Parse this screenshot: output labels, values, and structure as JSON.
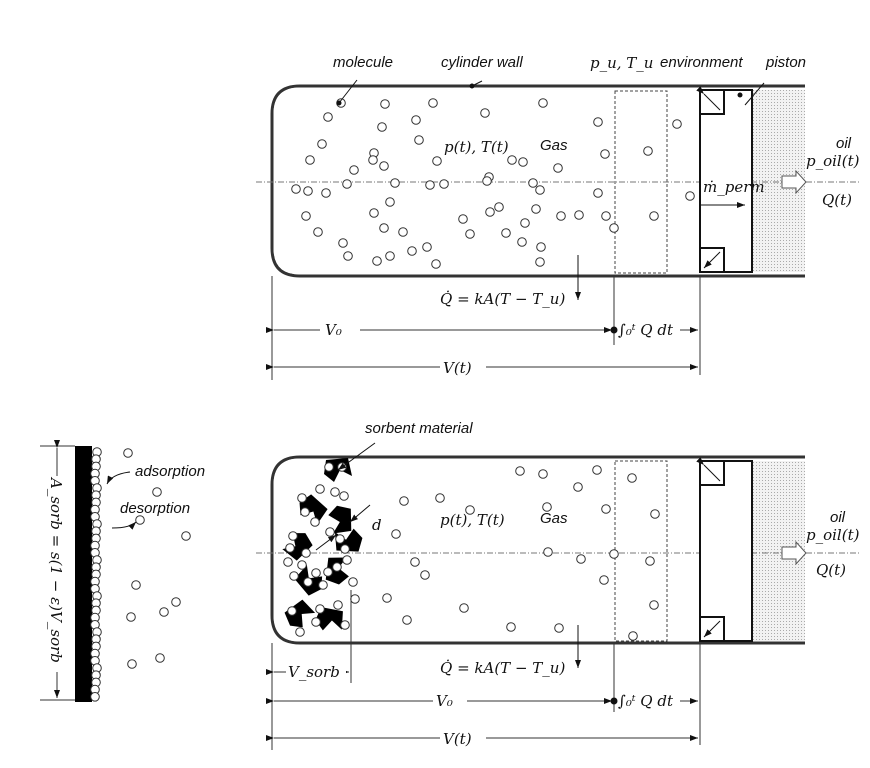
{
  "top_diagram": {
    "label_molecule": "molecule",
    "label_cylinder_wall": "cylinder wall",
    "label_environment_state": "p_u, T_u",
    "label_environment": "environment",
    "label_piston": "piston",
    "label_oil": "oil",
    "label_oil_pressure": "p_oil(t)",
    "label_flow": "Q(t)",
    "label_gas_state": "p(t), T(t)",
    "label_gas": "Gas",
    "label_permeation": "ṁ_perm",
    "label_heat": "Q̇ = kA(T − T_u)",
    "label_v0": "V₀",
    "label_integral": "∫₀ᵗ Q dt",
    "label_vt": "V(t)"
  },
  "bottom_diagram": {
    "label_sorbent": "sorbent material",
    "label_d": "d",
    "label_gas_state": "p(t), T(t)",
    "label_gas": "Gas",
    "label_oil": "oil",
    "label_oil_pressure": "p_oil(t)",
    "label_flow": "Q(t)",
    "label_heat": "Q̇ = kA(T − T_u)",
    "label_vsorb": "V_sorb",
    "label_v0": "V₀",
    "label_integral": "∫₀ᵗ Q dt",
    "label_vt": "V(t)"
  },
  "sorption_detail": {
    "label_adsorption": "adsorption",
    "label_desorption": "desorption",
    "label_area": "A_sorb = s(1 − ε)V_sorb"
  }
}
